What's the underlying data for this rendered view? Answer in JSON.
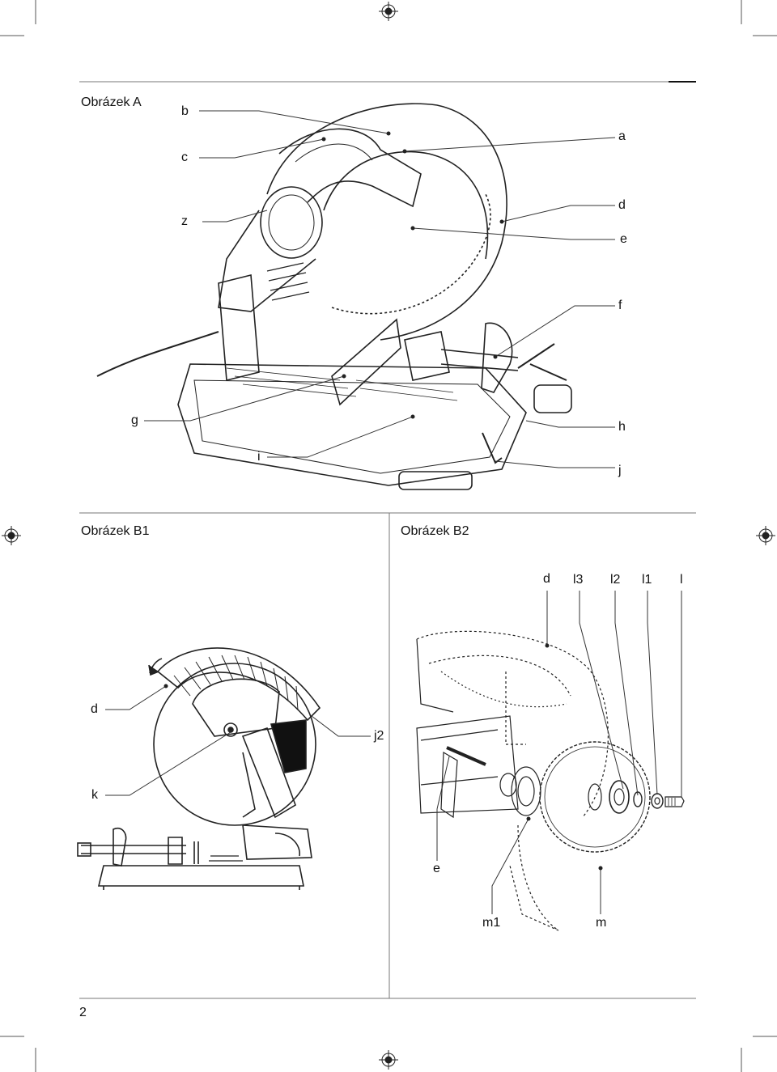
{
  "figure_a": {
    "title": "Obrázek A",
    "labels": {
      "a": "a",
      "b": "b",
      "c": "c",
      "d": "d",
      "e": "e",
      "f": "f",
      "g": "g",
      "h": "h",
      "i": "i",
      "j": "j",
      "z": "z"
    }
  },
  "figure_b1": {
    "title": "Obrázek B1",
    "labels": {
      "d": "d",
      "j2": "j2",
      "k": "k"
    }
  },
  "figure_b2": {
    "title": "Obrázek B2",
    "labels": {
      "d": "d",
      "l3": "l3",
      "l2": "l2",
      "l1": "l1",
      "l": "l",
      "e": "e",
      "m1": "m1",
      "m": "m"
    }
  },
  "page_number": "2"
}
